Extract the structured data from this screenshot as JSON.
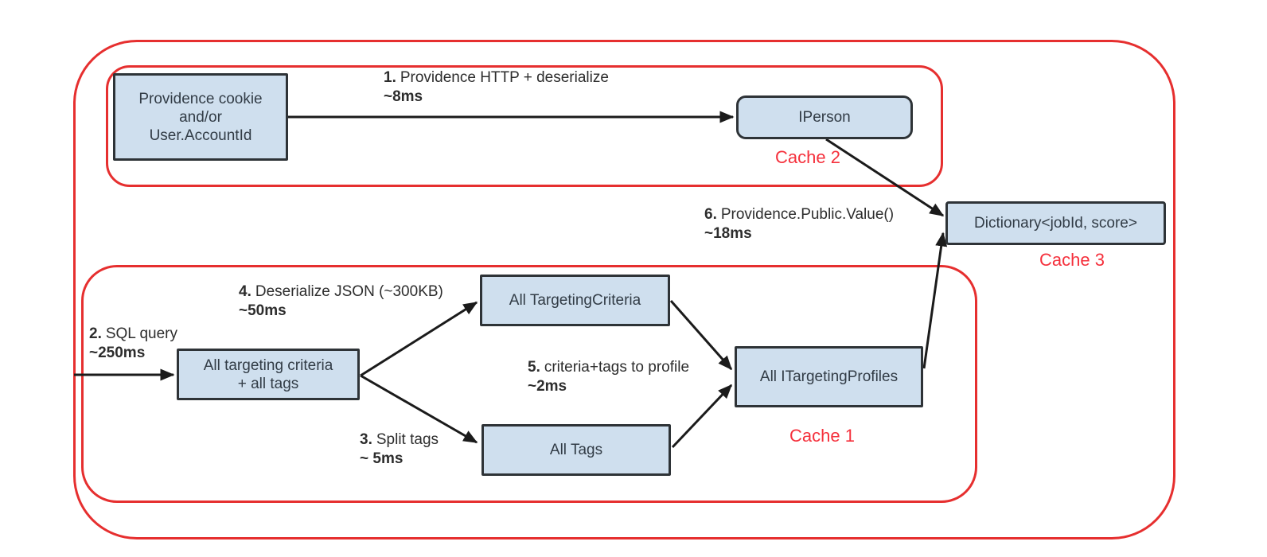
{
  "diagram": {
    "colors": {
      "boundary_red": "#e62f2f",
      "cache_label_red": "#f5303c",
      "node_fill_blue": "#cfdfee",
      "node_border": "#2e3337",
      "node_text": "#323c46",
      "arrow_black": "#1b1b1b"
    },
    "nodes": {
      "providence_cookie": {
        "lines": [
          "Providence cookie",
          "and/or",
          "User.AccountId"
        ]
      },
      "iperson": {
        "label": "IPerson"
      },
      "dictionary": {
        "label": "Dictionary<jobId, score>"
      },
      "all_targeting": {
        "lines": [
          "All targeting criteria",
          "+ all tags"
        ]
      },
      "all_targeting_criteria": {
        "label": "All TargetingCriteria"
      },
      "all_tags": {
        "label": "All Tags"
      },
      "all_itargeting_profiles": {
        "label": "All ITargetingProfiles"
      }
    },
    "caches": {
      "cache1": "Cache 1",
      "cache2": "Cache 2",
      "cache3": "Cache 3"
    },
    "steps": {
      "step1": {
        "num": "1.",
        "text": "Providence HTTP + deserialize",
        "time": "~8ms"
      },
      "step2": {
        "num": "2.",
        "text": "SQL query",
        "time": "~250ms"
      },
      "step3": {
        "num": "3.",
        "text": "Split tags",
        "time": "~ 5ms"
      },
      "step4": {
        "num": "4.",
        "text": "Deserialize JSON (~300KB)",
        "time": "~50ms"
      },
      "step5": {
        "num": "5.",
        "text": "criteria+tags to profile",
        "time": "~2ms"
      },
      "step6": {
        "num": "6.",
        "text": "Providence.Public.Value()",
        "time": "~18ms"
      }
    }
  }
}
